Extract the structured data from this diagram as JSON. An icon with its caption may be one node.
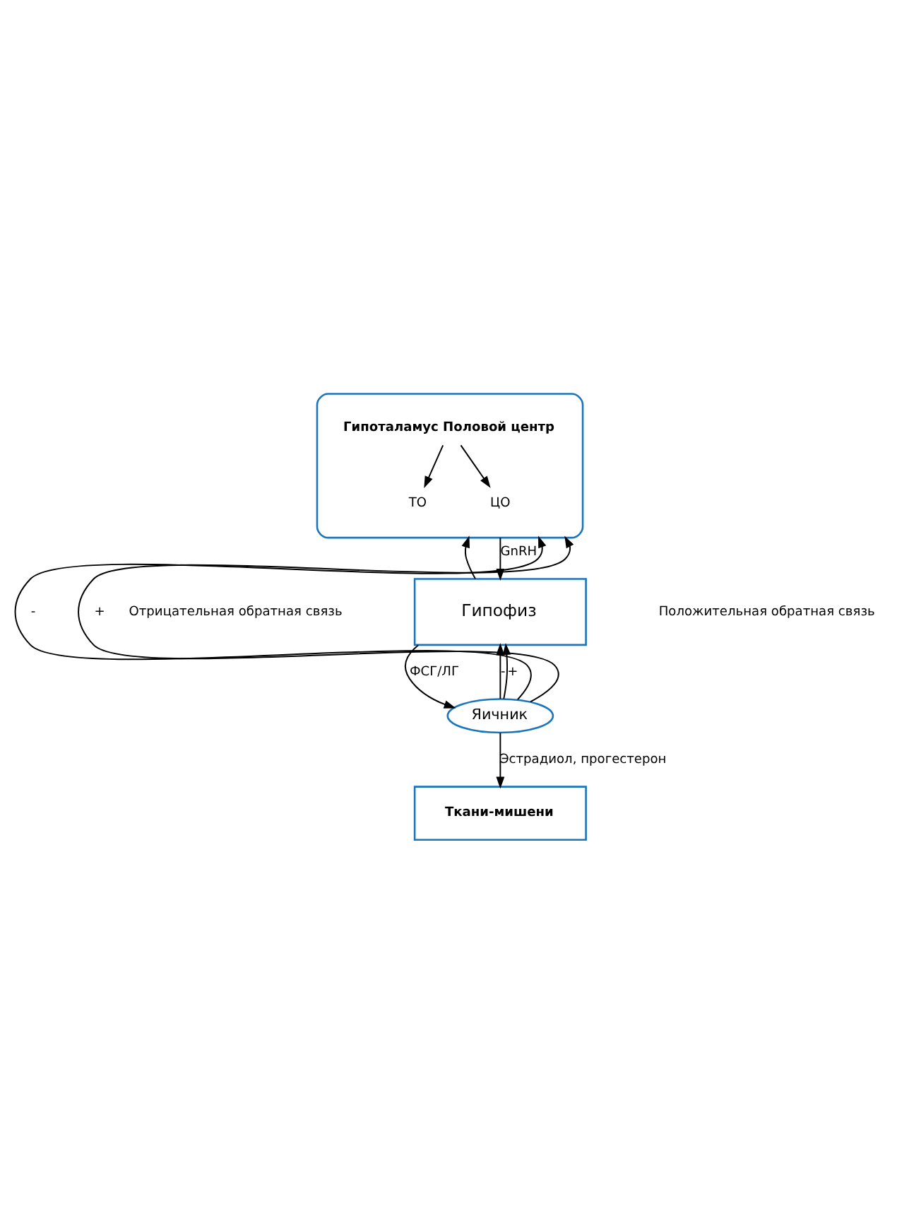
{
  "diagram": {
    "nodes": [
      {
        "text": [],
        "shape": "ellipse"
      },
      {
        "text": [
          "Гипоталамус Половой центр"
        ],
        "in": 0
      },
      {
        "text": [
          "ТО"
        ],
        "in": 0
      },
      {
        "text": [
          "ЦО"
        ],
        "in": 0
      },
      {
        "text": [
          "Гипофиз"
        ]
      },
      {
        "text": [
          "Яичник"
        ]
      },
      {
        "text": [
          "Ткани-мишени"
        ]
      }
    ],
    "edges": [
      {
        "from": 1,
        "to": 2,
        "arrow": "to"
      },
      {
        "from": 1,
        "to": 3,
        "arrow": "to"
      },
      {
        "from": 4,
        "to": 0,
        "arrow": "to"
      },
      {
        "from": 0,
        "to": 4,
        "arrow": "to",
        "label": "GnRH"
      },
      {
        "from": 4,
        "to": 5,
        "arrow": "to",
        "label": "ФСГ/ЛГ"
      },
      {
        "from": 5,
        "to": 6,
        "arrow": "to",
        "label": "Эстрадиол, прогестерон"
      },
      {
        "from": 5,
        "to": 0,
        "arrow": "to",
        "label": "-"
      },
      {
        "from": 5,
        "to": 4,
        "arrow": "to",
        "label": "-"
      },
      {
        "from": 5,
        "to": 0,
        "arrow": "to",
        "label": "+"
      },
      {
        "from": 5,
        "to": 4,
        "arrow": "to",
        "label": "+"
      }
    ],
    "labels": [
      "Отрицательная обратная связь",
      "Положительная обратная связь"
    ]
  }
}
